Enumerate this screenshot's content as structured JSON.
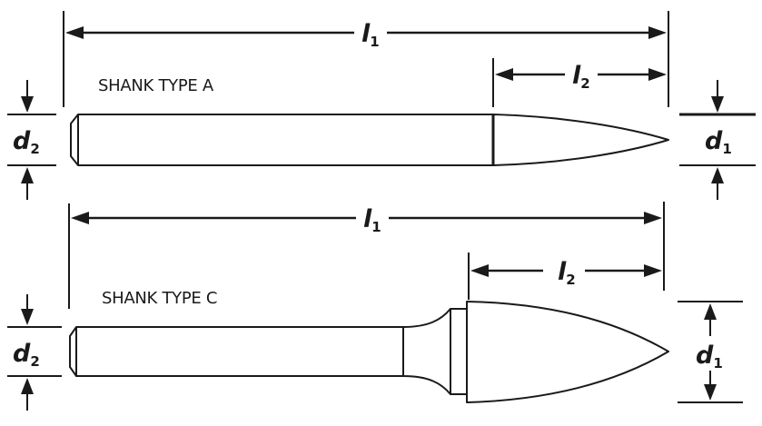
{
  "shank_a": {
    "label": "SHANK TYPE A",
    "l1": {
      "symbol": "l",
      "sub": "1"
    },
    "l2": {
      "symbol": "l",
      "sub": "2"
    },
    "d1": {
      "symbol": "d",
      "sub": "1"
    },
    "d2": {
      "symbol": "d",
      "sub": "2"
    }
  },
  "shank_c": {
    "label": "SHANK TYPE C",
    "l1": {
      "symbol": "l",
      "sub": "1"
    },
    "l2": {
      "symbol": "l",
      "sub": "2"
    },
    "d1": {
      "symbol": "d",
      "sub": "1"
    },
    "d2": {
      "symbol": "d",
      "sub": "2"
    }
  },
  "colors": {
    "ink": "#1a1a1a",
    "background": "#ffffff"
  }
}
